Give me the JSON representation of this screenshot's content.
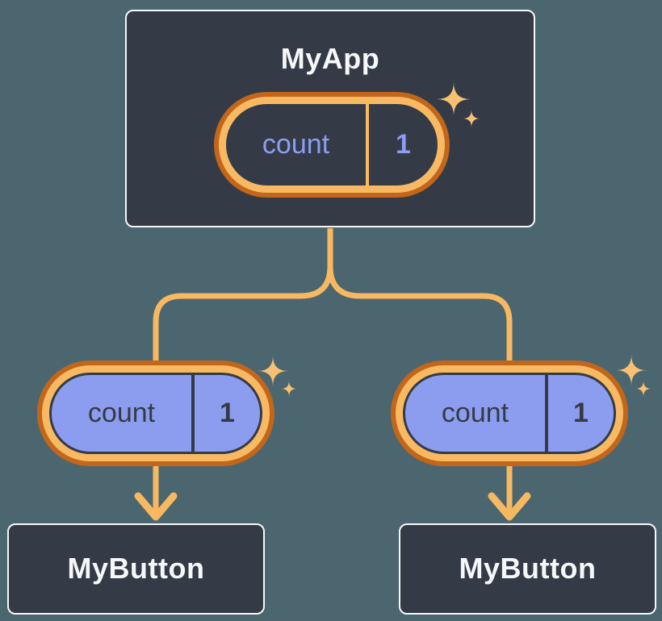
{
  "diagram": {
    "description": "React component tree sharing state: parent passes count state down as props",
    "root_node": {
      "label": "MyApp",
      "state": {
        "key": "count",
        "value": "1"
      }
    },
    "child_nodes": [
      {
        "label": "MyButton",
        "prop": {
          "key": "count",
          "value": "1"
        }
      },
      {
        "label": "MyButton",
        "prop": {
          "key": "count",
          "value": "1"
        }
      }
    ],
    "colors": {
      "background": "#4C6670",
      "node_fill": "#343B47",
      "node_border": "#F6F7F9",
      "node_text": "#F6F7F9",
      "pill_ring_outer_orange": "#C2661B",
      "pill_ring_inner_amber": "#F8B963",
      "pill_fill_purple": "#8C9DF0",
      "pill_text_periwinkle": "#8D9DF2",
      "pill_text_dark": "#343B47",
      "connector_line": "#F7B862",
      "sparkle": "#F8C172"
    }
  }
}
